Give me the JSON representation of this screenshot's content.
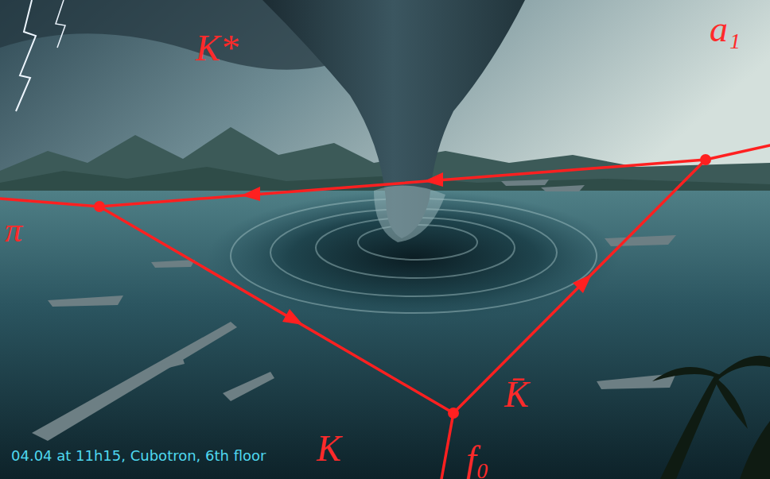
{
  "diagram": {
    "labels": [
      "a₁",
      "K*",
      "π",
      "K",
      "K̄",
      "f₀",
      "04.04 at 11h15, Cubotron, 6th floor"
    ]
  }
}
